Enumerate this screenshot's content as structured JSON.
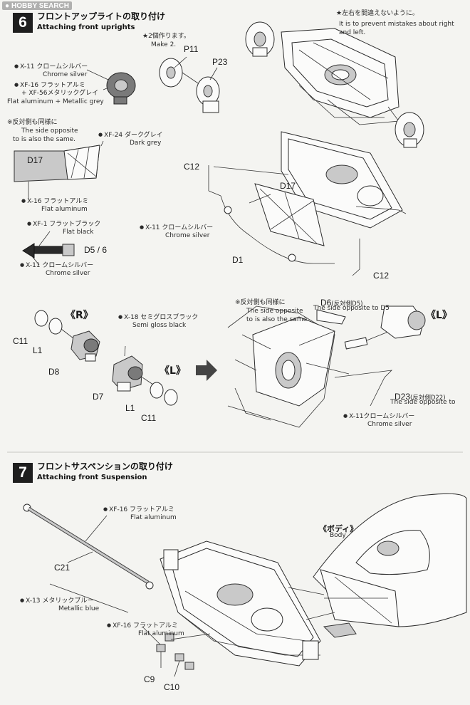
{
  "watermark": {
    "text": "HOBBY SEARCH"
  },
  "step6": {
    "number": "6",
    "title_jp": "フロントアップライトの取り付け",
    "title_en": "Attaching front uprights",
    "note_jp": "★左右を間違えないように。",
    "note_en_1": "It is to prevent mistakes about right",
    "note_en_2": "and left.",
    "make2_jp": "★2個作ります。",
    "make2_en": "Make 2.",
    "p11": "P11",
    "p23": "P23",
    "paint_x11_jp": "X-11 クロームシルバー",
    "paint_x11_en": "Chrome silver",
    "paint_xf16_jp": "XF-16 フラットアルミ",
    "paint_xf56_jp": "+ XF-56メタリックグレイ",
    "paint_mix_en": "Flat aluminum + Metallic grey",
    "opposite_jp": "※反対側も同様に",
    "opposite_en_1": "The side opposite",
    "opposite_en_2": "to is also the same.",
    "paint_xf24_jp": "XF-24 ダークグレイ",
    "paint_xf24_en": "Dark grey",
    "d17": "D17",
    "paint_x16_jp": "X-16 フラットアルミ",
    "paint_x16_en": "Flat aluminum",
    "paint_xf1_jp": "XF-1 フラットブラック",
    "paint_xf1_en": "Flat black",
    "d5_6": "D5 / 6",
    "paint_x11b_jp": "X-11 クロームシルバー",
    "paint_x11b_en": "Chrome silver",
    "c12_top": "C12",
    "d17_mid": "D17",
    "paint_x11c_jp": "X-11 クロームシルバー",
    "paint_x11c_en": "Chrome silver",
    "d1": "D1",
    "c12_bottom": "C12",
    "r_mark": "《R》",
    "l_mark_left": "《L》",
    "l_mark_right": "《L》",
    "c11_a": "C11",
    "l1_a": "L1",
    "d8": "D8",
    "paint_x18_jp": "X-18 セミグロスブラック",
    "paint_x18_en": "Semi gloss black",
    "d7": "D7",
    "l1_b": "L1",
    "c11_b": "C11",
    "opposite2_jp": "※反対側も同様に",
    "opposite2_en_1": "The side opposite",
    "opposite2_en_2": "to is also the same.",
    "d6": "D6",
    "d6_note": "(反対側D5)",
    "d6_en": "The side opposite to D5",
    "d23": "D23",
    "d23_note": "(反対側D22)",
    "d23_en": "The side opposite to",
    "paint_x11d_jp": "X-11クロームシルバー",
    "paint_x11d_en": "Chrome silver"
  },
  "step7": {
    "number": "7",
    "title_jp": "フロントサスペンションの取り付け",
    "title_en": "Attaching front Suspension",
    "paint_xf16_jp": "XF-16 フラットアルミ",
    "paint_xf16_en": "Flat aluminum",
    "c21": "C21",
    "body_jp": "《ボディ》",
    "body_en": "Body",
    "paint_x13_jp": "X-13 メタリックブルー",
    "paint_x13_en": "Metallic blue",
    "paint_xf16b_jp": "XF-16 フラットアルミ",
    "paint_xf16b_en": "Flat aluminum",
    "c9": "C9",
    "c10": "C10"
  }
}
